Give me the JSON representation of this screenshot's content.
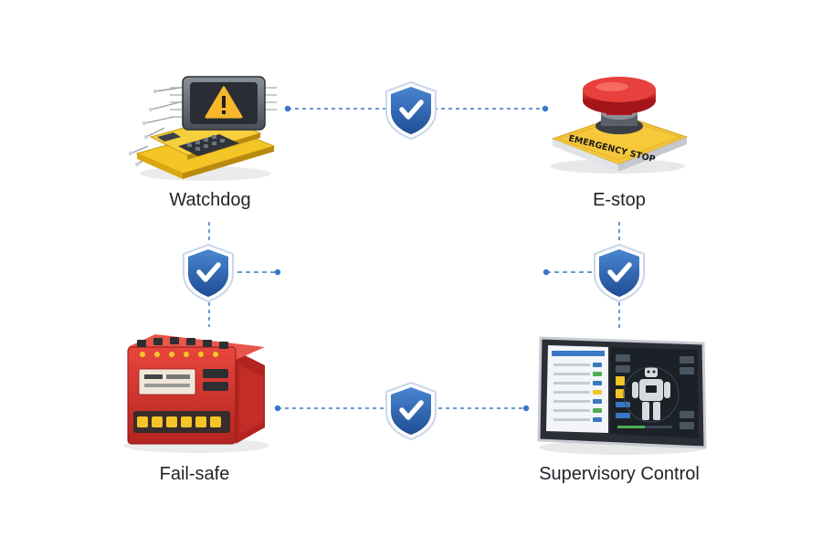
{
  "nodes": {
    "watchdog": {
      "label": "Watchdog",
      "icon": "watchdog-chip-warning-icon"
    },
    "estop": {
      "label": "E-stop",
      "icon": "emergency-stop-button-icon",
      "plate_text": "EMERGENCY STOP"
    },
    "failsafe": {
      "label": "Fail-safe",
      "icon": "safety-relay-module-icon"
    },
    "supervisory": {
      "label": "Supervisory Control",
      "icon": "tablet-robot-dashboard-icon"
    }
  },
  "connectors": [
    {
      "from": "watchdog",
      "to": "estop",
      "badge": "shield-check-icon"
    },
    {
      "from": "watchdog",
      "to": "failsafe",
      "badge": "shield-check-icon"
    },
    {
      "from": "estop",
      "to": "supervisory",
      "badge": "shield-check-icon"
    },
    {
      "from": "failsafe",
      "to": "supervisory",
      "badge": "shield-check-icon"
    }
  ],
  "colors": {
    "connector": "#3a78c4",
    "shield": "#2f64ad",
    "shield_border": "#c9d7ea",
    "estop_red": "#d8262a",
    "estop_yellow": "#f6c83a",
    "relay_red": "#d6322b",
    "chip_yellow": "#f4c527"
  }
}
